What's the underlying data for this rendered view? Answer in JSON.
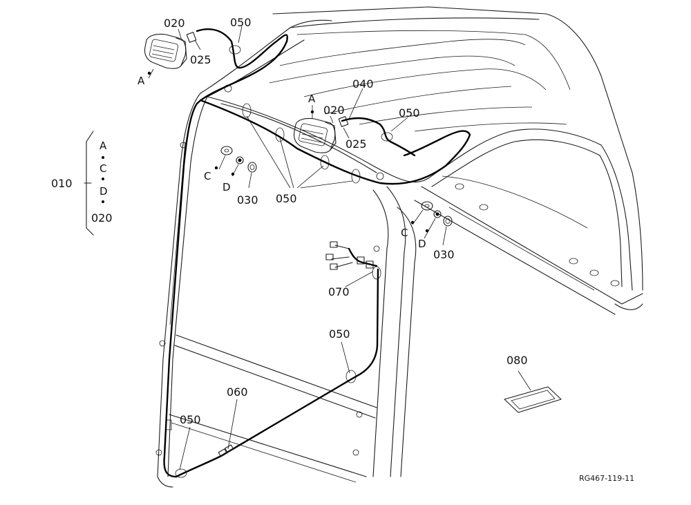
{
  "diagram": {
    "callouts": {
      "c020_top": "020",
      "c050_top": "050",
      "c025_top": "025",
      "cA_top": "A",
      "cA_mid": "A",
      "c020_mid": "020",
      "c040": "040",
      "c050_mid": "050",
      "c025_mid": "025",
      "cC_left": "C",
      "cD_left": "D",
      "c030_left": "030",
      "c050_group": "050",
      "cC_right": "C",
      "cD_right": "D",
      "c030_right": "030",
      "c070": "070",
      "c050_lower": "050",
      "c080": "080",
      "c060": "060",
      "c050_bottom": "050"
    },
    "kit": {
      "label": "010",
      "items": [
        "A",
        "C",
        "D",
        "020"
      ]
    },
    "reference_code": "RG467-119-11"
  }
}
